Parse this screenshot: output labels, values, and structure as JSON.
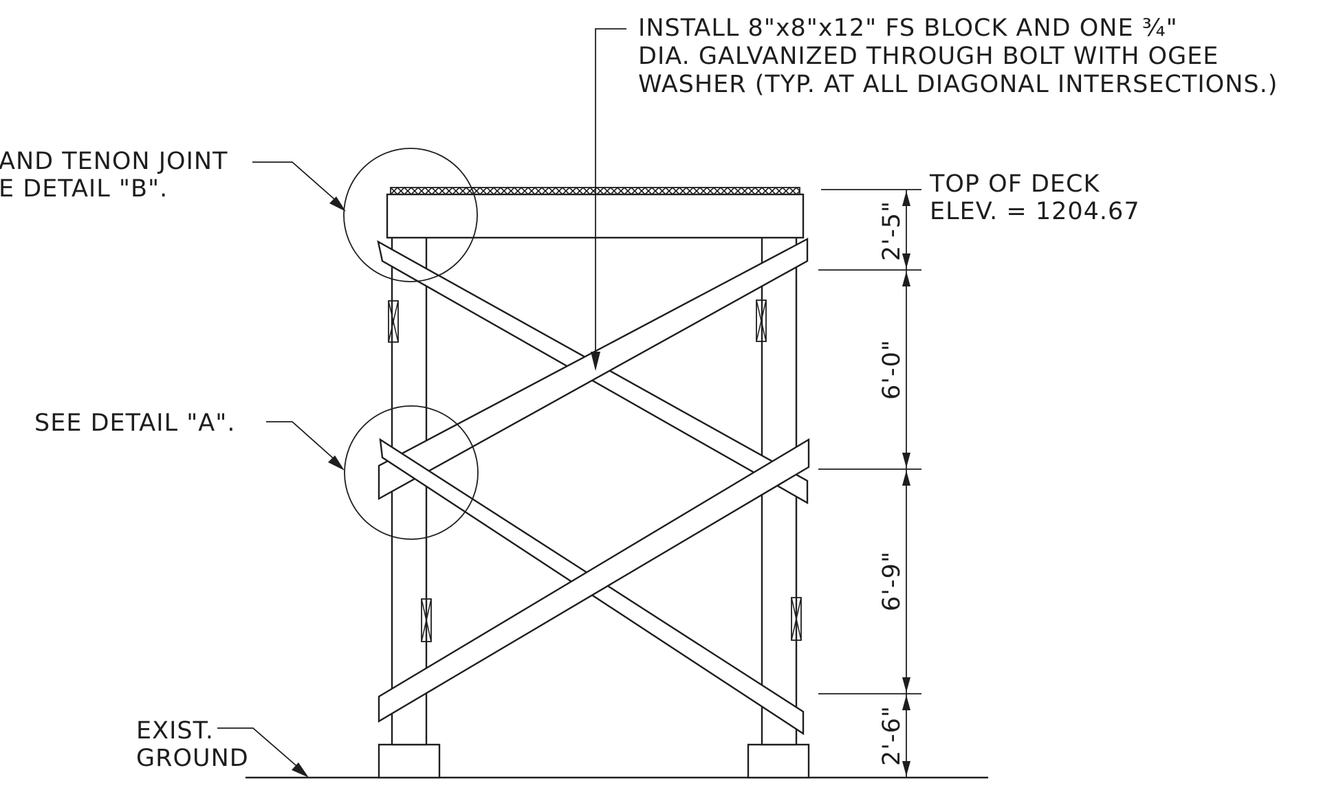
{
  "notes": {
    "install_line1": "INSTALL 8\"x8\"x12\" FS BLOCK AND ONE ¾\"",
    "install_line2": "DIA. GALVANIZED THROUGH BOLT WITH OGEE",
    "install_line3": "WASHER (TYP. AT ALL DIAGONAL INTERSECTIONS.)",
    "tenon_line1": "AND TENON JOINT",
    "tenon_line2": "E DETAIL \"B\".",
    "detail_a": "SEE DETAIL \"A\".",
    "ground_line1": "EXIST.",
    "ground_line2": "GROUND",
    "deck_line1": "TOP OF DECK",
    "deck_line2": "ELEV. = 1204.67"
  },
  "dimensions": {
    "d1": "2'-5\"",
    "d2": "6'-0\"",
    "d3": "6'-9\"",
    "d4": "2'-6\""
  },
  "colors": {
    "ink": "#1e1e1e",
    "paper": "#ffffff"
  }
}
